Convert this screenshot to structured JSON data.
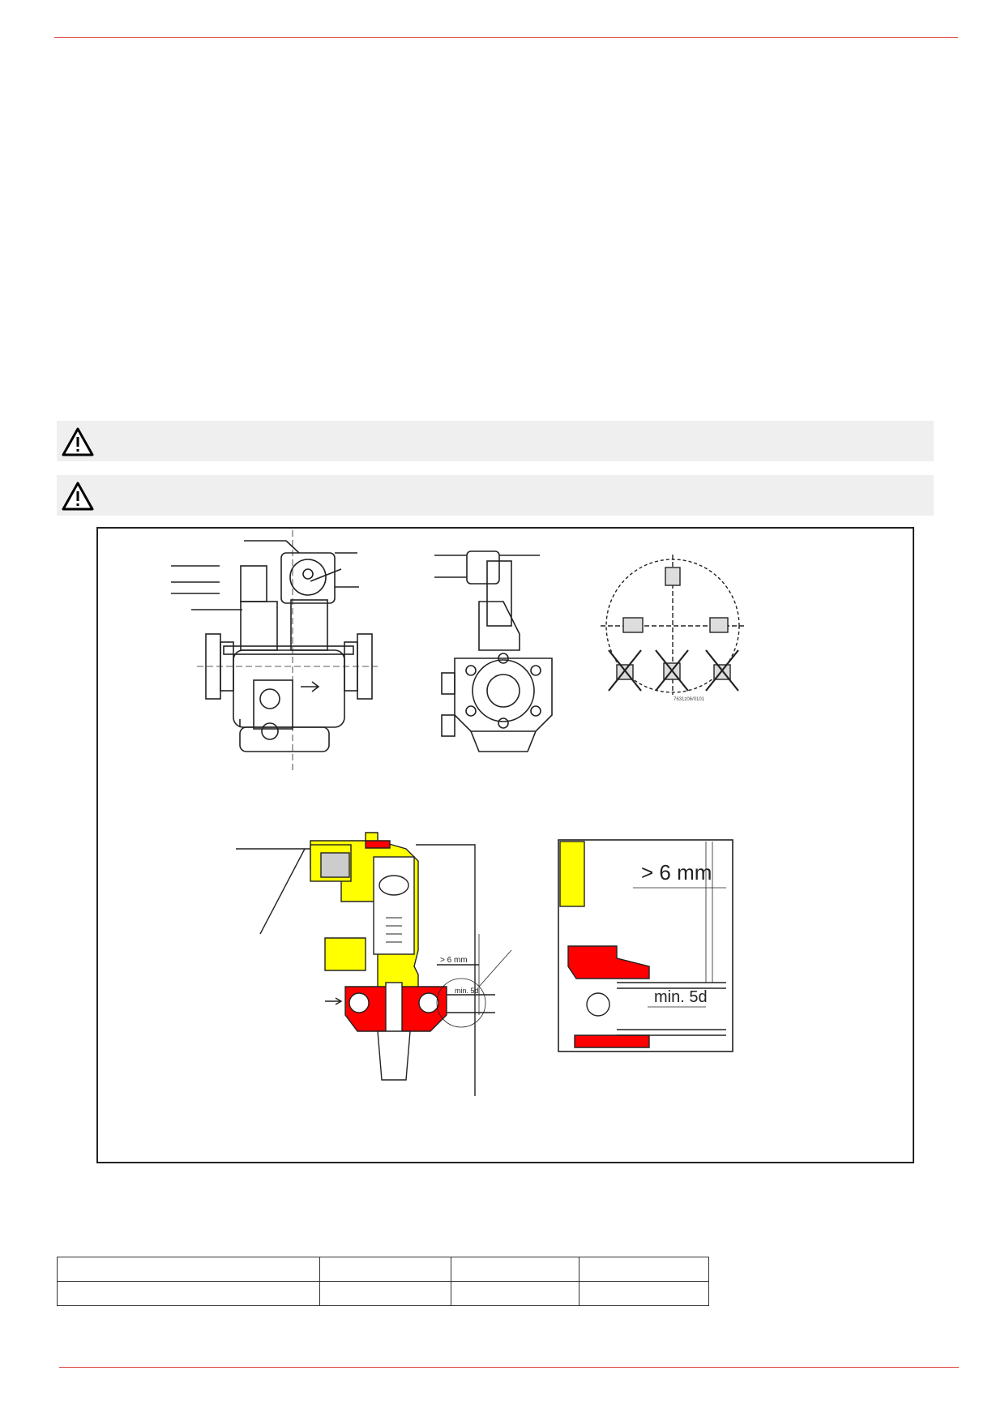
{
  "header": {},
  "warnings": [
    {
      "icon": "warning-triangle-icon",
      "text": ""
    },
    {
      "icon": "warning-triangle-icon",
      "text": ""
    }
  ],
  "figure": {
    "detail_labels": {
      "clearance_small": "> 6 mm",
      "straight_run_small": "min. 5d",
      "clearance_large": "> 6 mm",
      "straight_run_large": "min. 5d",
      "drawing_code": "7631z06/0101"
    },
    "colors": {
      "housing_highlight": "#ffff00",
      "body_highlight": "#ff0000",
      "line": "#222222"
    }
  },
  "table": {
    "rows": [
      [
        "",
        "",
        "",
        ""
      ],
      [
        "",
        "",
        "",
        ""
      ]
    ]
  },
  "footer": {}
}
